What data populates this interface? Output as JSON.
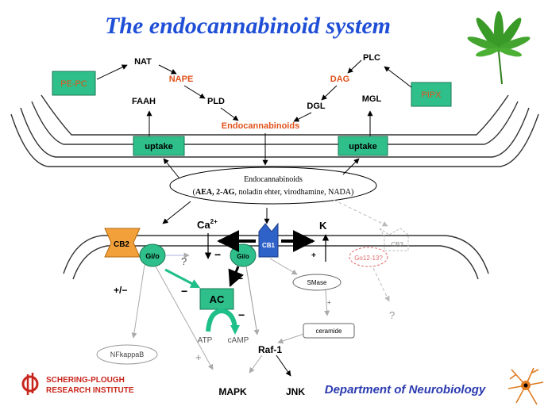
{
  "title": "The endocannabinoid system",
  "colors": {
    "title": "#1f4fd6",
    "green_box": "#2fbf8a",
    "green_arrow": "#1fbf8a",
    "red_text": "#e0521b",
    "orange_receptor": "#f2a03a",
    "blue_receptor": "#2f62c8",
    "footer_blue": "#2b3bb0",
    "footer_red": "#c8261c",
    "gray_line": "#aaaaaa",
    "pink_dashed": "#e06a6a"
  },
  "precursors": {
    "left": "PE-PC",
    "right": "PIPX"
  },
  "enzymes": {
    "nat": "NAT",
    "nape": "NAPE",
    "pld": "PLD",
    "faah": "FAAH",
    "plc": "PLC",
    "dag": "DAG",
    "dgl": "DGL",
    "mgl": "MGL"
  },
  "endocannabinoids_label": "Endocannabinoids",
  "uptake": {
    "left": "uptake",
    "right": "uptake"
  },
  "ellipse": {
    "line1": "Endocannabinoids",
    "bold_part": "AEA, 2-AG",
    "line2_rest": ", noladin ehter, virodhamine, NADA)"
  },
  "receptors": {
    "cb1": "CB1",
    "cb2": "CB2",
    "cb3": "CB3"
  },
  "gproteins": {
    "gio_left": "Gi/o",
    "gio_right": "Gi/o",
    "g12": "Go12-13?"
  },
  "ions": {
    "ca": "Ca",
    "ca_sup": "2+",
    "k": "K"
  },
  "signs": {
    "minus_ca": "−",
    "plus_k": "+",
    "plus_minus": "+/−",
    "minus_ac": "−",
    "minus_gio": "−",
    "minus_raf": "−",
    "plus_smase": "+",
    "plus_mapk": "+"
  },
  "question_marks": {
    "q1": "?",
    "q2": "?"
  },
  "effectors": {
    "ac": "AC",
    "atp": "ATP",
    "camp": "cAMP",
    "smase": "SMase",
    "ceramide": "ceramide",
    "raf1": "Raf-1",
    "nfkb": "NFkappaB",
    "mapk": "MAPK",
    "jnk": "JNK"
  },
  "footer": {
    "company_line1": "SCHERING-PLOUGH",
    "company_line2": "RESEARCH INSTITUTE",
    "department": "Department of Neurobiology"
  },
  "icons": [
    "cannabis-leaf-icon",
    "neuron-icon",
    "schering-plough-logo-icon"
  ]
}
